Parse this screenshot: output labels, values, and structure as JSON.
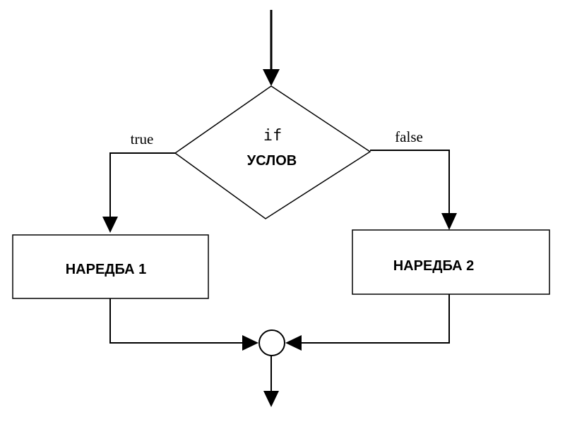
{
  "diagram": {
    "decision": {
      "keyword": "if",
      "label": "УСЛОВ"
    },
    "branches": {
      "true_label": "true",
      "false_label": "false"
    },
    "actions": {
      "left_label": "НАРЕДБА 1",
      "right_label": "НАРЕДБА 2"
    },
    "colors": {
      "line": "#000000",
      "background": "#ffffff"
    }
  }
}
